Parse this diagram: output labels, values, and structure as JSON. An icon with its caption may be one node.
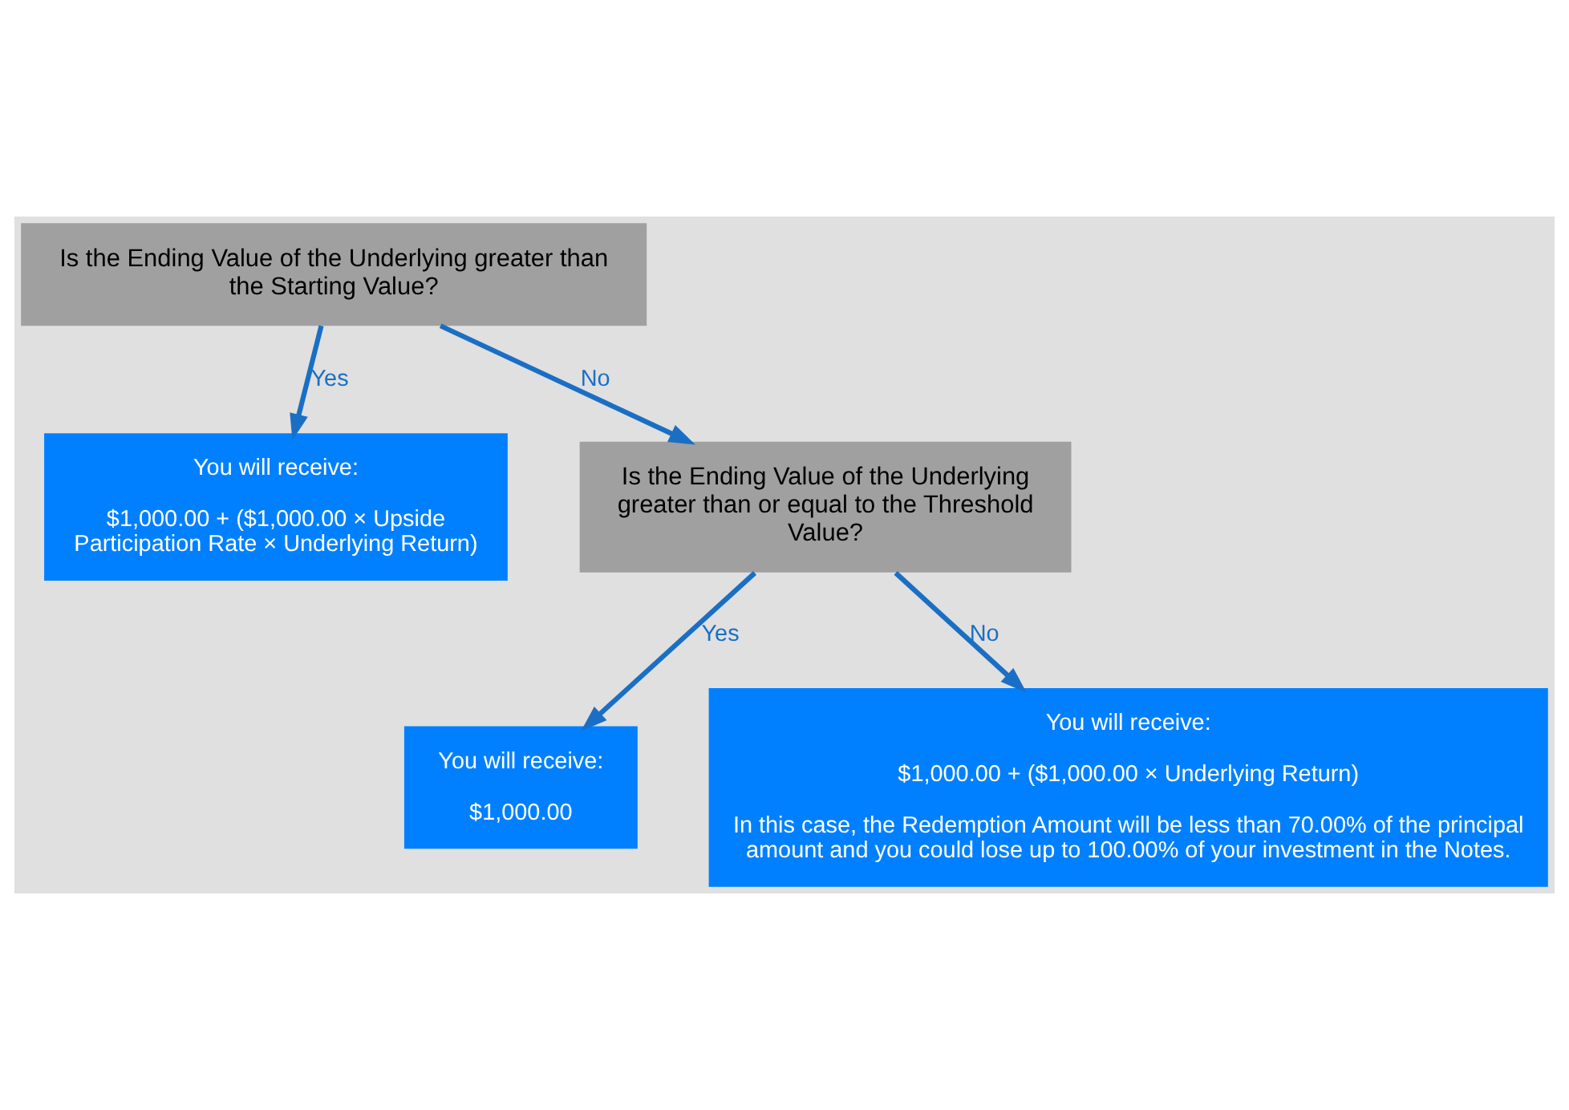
{
  "diagram": {
    "nodes": [
      {
        "text": [
          "Is the Ending Value of the Underlying greater than the Starting Value?"
        ]
      },
      {
        "text": [
          "You will receive:",
          "$1,000.00 + ($1,000.00 × Upside Participation Rate × Underlying Return)"
        ]
      },
      {
        "text": [
          "Is the Ending Value of the Underlying greater than or equal to the Threshold Value?"
        ]
      },
      {
        "text": [
          "You will receive:",
          "$1,000.00"
        ]
      },
      {
        "text": [
          "You will receive:",
          "$1,000.00 + ($1,000.00 × Underlying Return)",
          "In this case, the Redemption Amount will be less than 70.00% of the principal amount and you could lose up to 100.00% of your investment in the Notes."
        ]
      }
    ],
    "edges": [
      {
        "from": 0,
        "to": 1,
        "arrow": "to",
        "label": "Yes"
      },
      {
        "from": 0,
        "to": 2,
        "arrow": "to",
        "label": "No"
      },
      {
        "from": 2,
        "to": 3,
        "arrow": "to",
        "label": "Yes"
      },
      {
        "from": 2,
        "to": 4,
        "arrow": "to",
        "label": "No"
      }
    ]
  }
}
